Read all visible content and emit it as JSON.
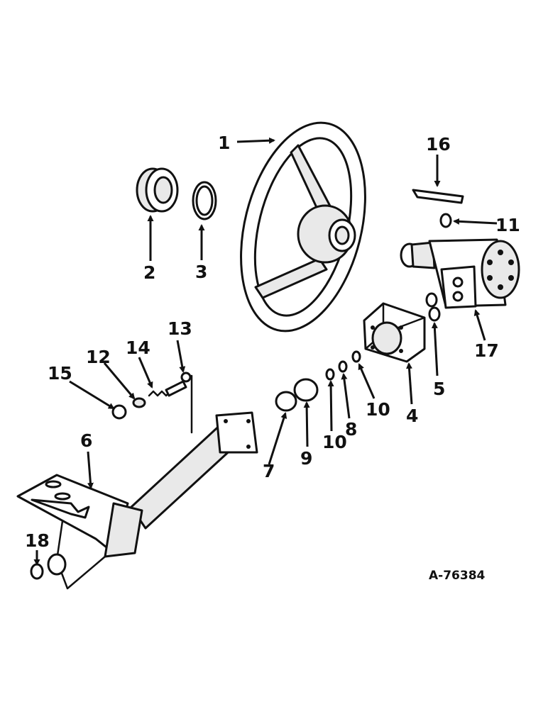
{
  "drawing_number": "A-76384",
  "callouts": [
    {
      "id": "1",
      "text": "1"
    },
    {
      "id": "2",
      "text": "2"
    },
    {
      "id": "3",
      "text": "3"
    },
    {
      "id": "4",
      "text": "4"
    },
    {
      "id": "5",
      "text": "5"
    },
    {
      "id": "6",
      "text": "6"
    },
    {
      "id": "7",
      "text": "7"
    },
    {
      "id": "8",
      "text": "8"
    },
    {
      "id": "9",
      "text": "9"
    },
    {
      "id": "10a",
      "text": "10"
    },
    {
      "id": "10b",
      "text": "10"
    },
    {
      "id": "11",
      "text": "11"
    },
    {
      "id": "12",
      "text": "12"
    },
    {
      "id": "13",
      "text": "13"
    },
    {
      "id": "14",
      "text": "14"
    },
    {
      "id": "15",
      "text": "15"
    },
    {
      "id": "16",
      "text": "16"
    },
    {
      "id": "17",
      "text": "17"
    },
    {
      "id": "18",
      "text": "18"
    }
  ]
}
